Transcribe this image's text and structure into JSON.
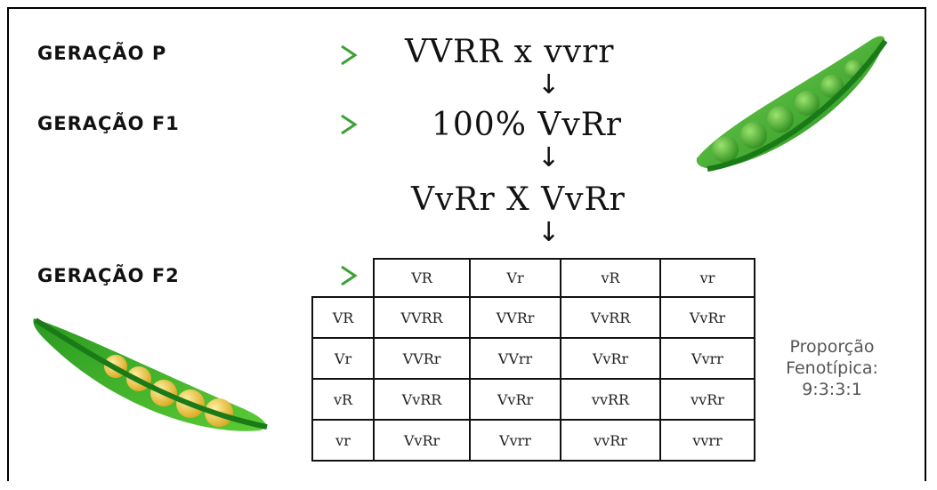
{
  "generations": {
    "p": "GERAÇÃO P",
    "f1": "GERAÇÃO F1",
    "f2": "GERAÇÃO F2"
  },
  "crosses": {
    "parental": "VVRR x vvrr",
    "f1_result": "100% VvRr",
    "f1_cross": "VvRr X VvRr"
  },
  "punnett": {
    "gametes": [
      "VR",
      "Vr",
      "vR",
      "vr"
    ],
    "rows": [
      {
        "header": "VR",
        "cells": [
          "VVRR",
          "VVRr",
          "VvRR",
          "VvRr"
        ]
      },
      {
        "header": "Vr",
        "cells": [
          "VVRr",
          "VVrr",
          "VvRr",
          "Vvrr"
        ]
      },
      {
        "header": "vR",
        "cells": [
          "VvRR",
          "VvRr",
          "vvRR",
          "vvRr"
        ]
      },
      {
        "header": "vr",
        "cells": [
          "VvRr",
          "Vvrr",
          "vvRr",
          "vvrr"
        ]
      }
    ]
  },
  "ratio": {
    "line1": "Proporção",
    "line2": "Fenotípica:",
    "line3": "9:3:3:1"
  },
  "colors": {
    "arrow": "#3aa235",
    "pod_dark": "#1f8a1c",
    "pod_light": "#5ccb35",
    "pea_green": "#4fb52f",
    "pea_yellow": "#e8c53a"
  }
}
